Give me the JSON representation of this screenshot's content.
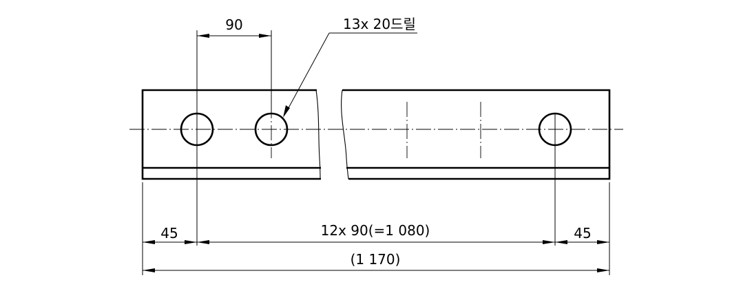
{
  "labels": {
    "pitch_top": "90",
    "drill_note": "13x 20드릴",
    "end_left": "45",
    "pitch_total": "12x 90(=1 080)",
    "end_right": "45",
    "overall": "(1 170)"
  },
  "colors": {
    "line": "#000000",
    "background": "#ffffff"
  }
}
